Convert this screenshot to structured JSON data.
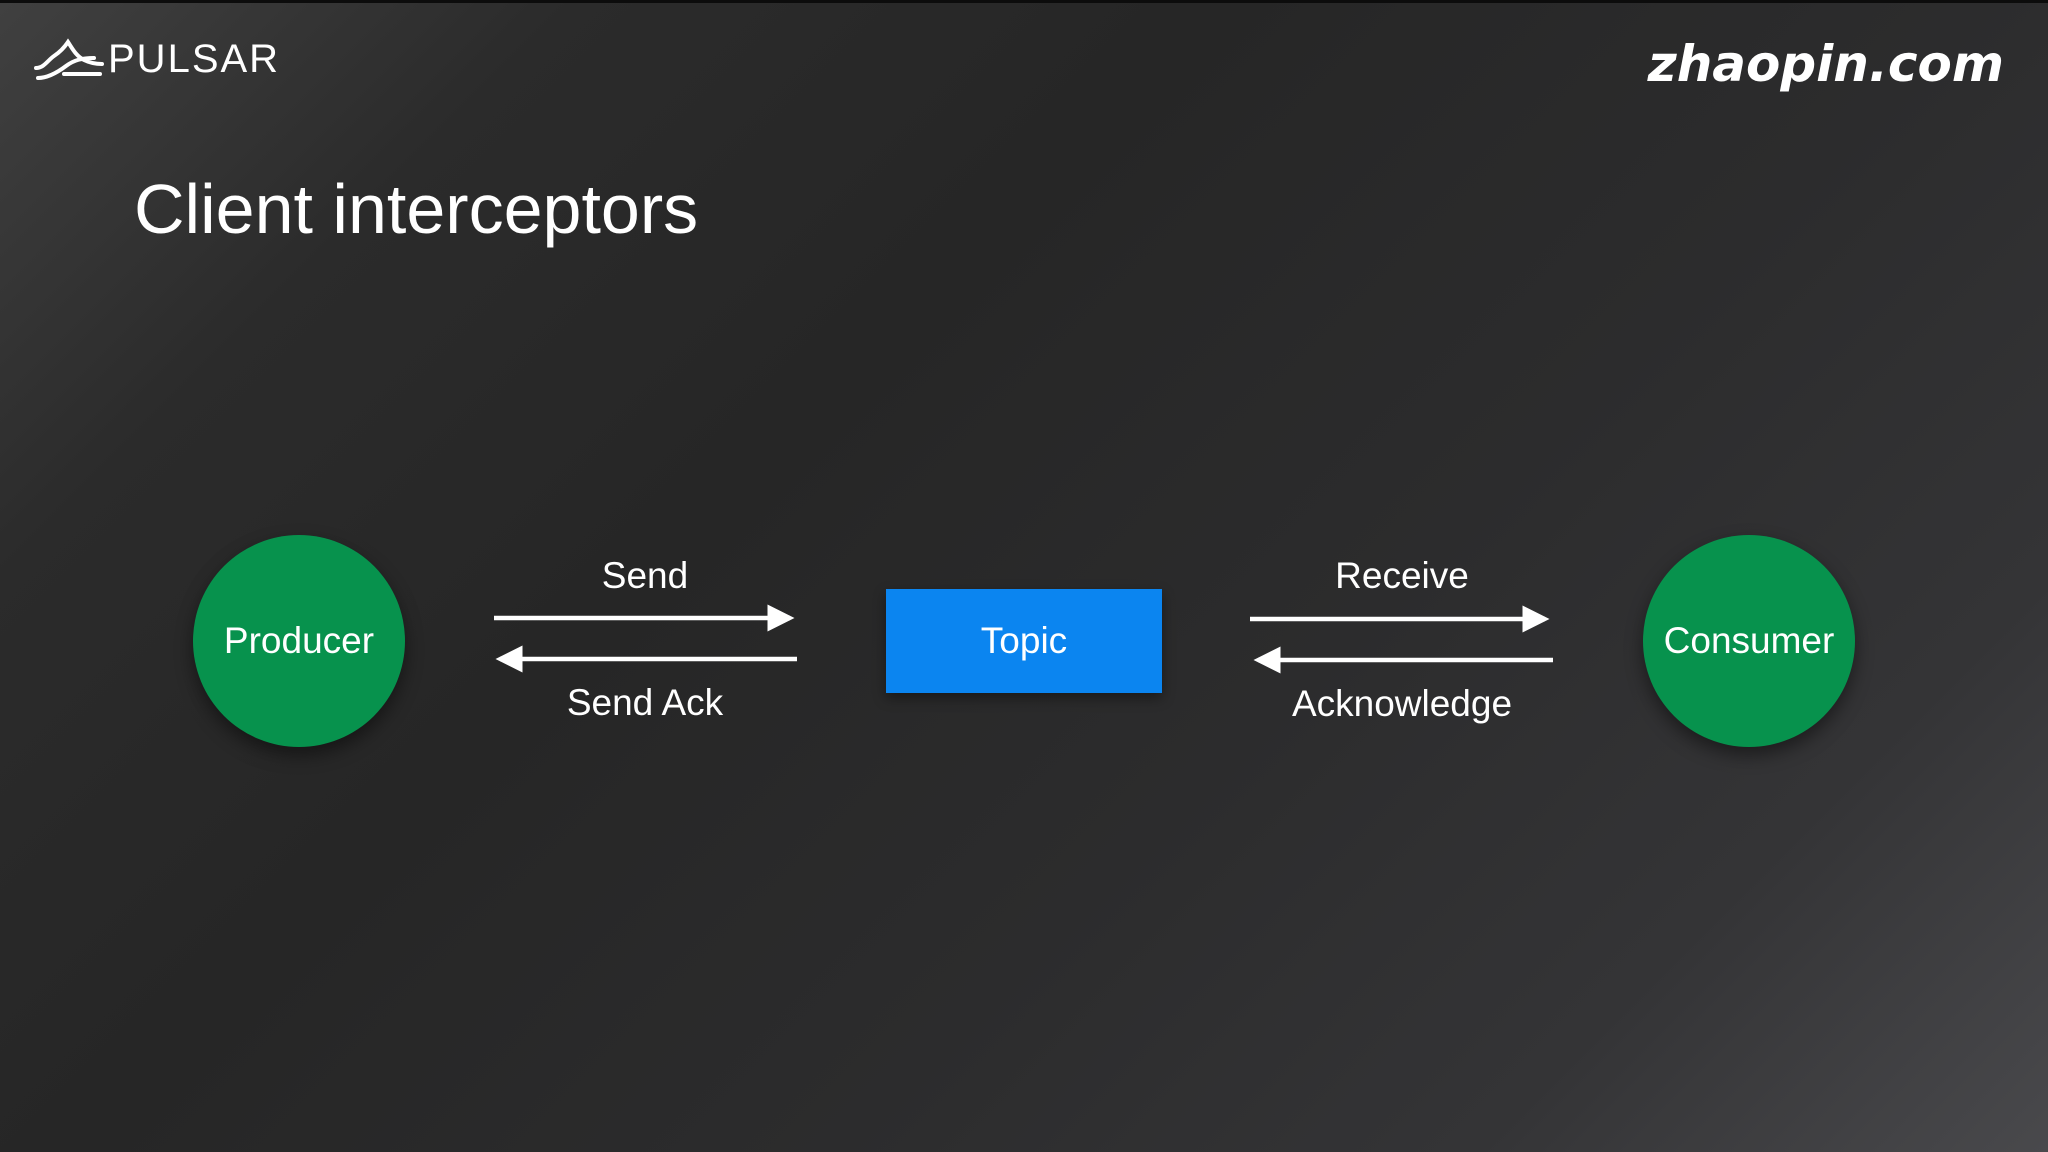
{
  "header": {
    "brand_logo_text": "PULSAR",
    "brand_logo_icon": "pulsar-wave-icon",
    "partner_logo_text": "zhaopin.com"
  },
  "slide": {
    "title": "Client interceptors"
  },
  "diagram": {
    "nodes": {
      "producer": {
        "label": "Producer",
        "shape": "circle",
        "color": "#07924d"
      },
      "topic": {
        "label": "Topic",
        "shape": "rectangle",
        "color": "#0b85f0"
      },
      "consumer": {
        "label": "Consumer",
        "shape": "circle",
        "color": "#07924d"
      }
    },
    "edges": [
      {
        "from": "producer",
        "to": "topic",
        "label": "Send"
      },
      {
        "from": "topic",
        "to": "producer",
        "label": "Send Ack"
      },
      {
        "from": "topic",
        "to": "consumer",
        "label": "Receive"
      },
      {
        "from": "consumer",
        "to": "topic",
        "label": "Acknowledge"
      }
    ]
  },
  "colors": {
    "background": "#2b2b2b",
    "text": "#ffffff",
    "arrow": "#ffffff"
  }
}
